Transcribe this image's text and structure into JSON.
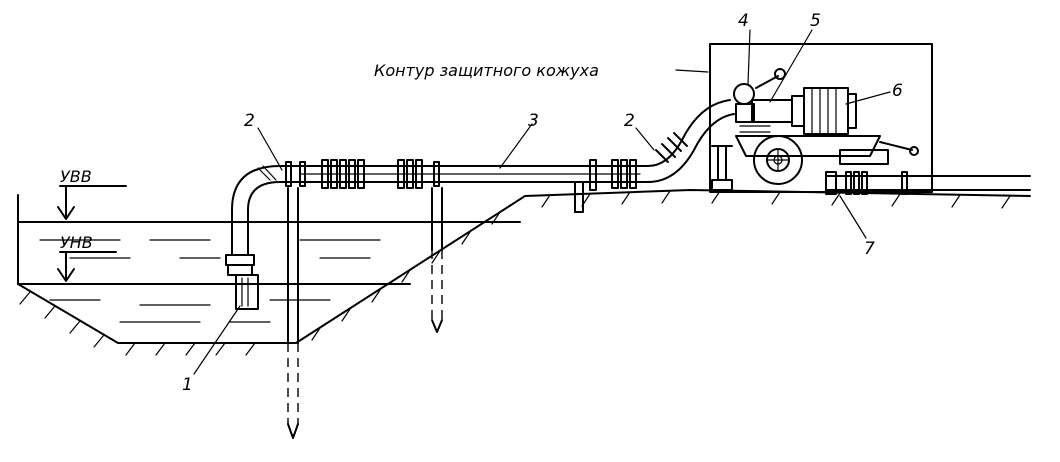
{
  "caption": "Контур защитного кожуха",
  "water_levels": {
    "high": "УВВ",
    "low": "УНВ"
  },
  "callouts": [
    {
      "id": "intake",
      "label": "1"
    },
    {
      "id": "bend-left",
      "label": "2"
    },
    {
      "id": "pipeline",
      "label": "3"
    },
    {
      "id": "bend-right",
      "label": "2"
    },
    {
      "id": "pump-valve",
      "label": "4"
    },
    {
      "id": "pump",
      "label": "5"
    },
    {
      "id": "motor",
      "label": "6"
    },
    {
      "id": "discharge",
      "label": "7"
    }
  ]
}
